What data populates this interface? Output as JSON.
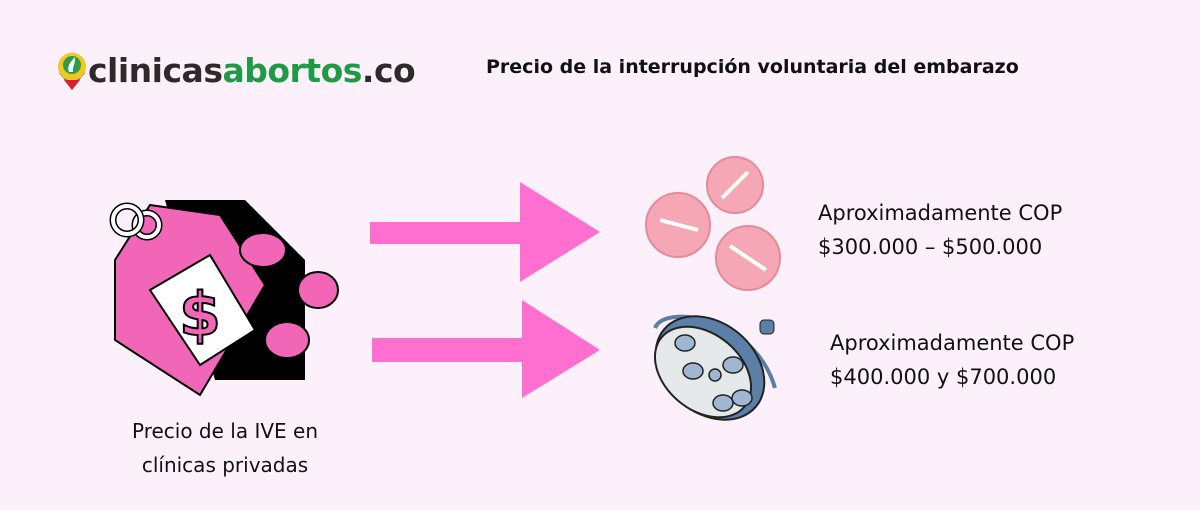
{
  "logo": {
    "part1": "clinicas",
    "part2": "abortos",
    "part3": ".co"
  },
  "title": "Precio de la interrupción voluntaria del embarazo",
  "caption": {
    "line1": "Precio de la IVE en",
    "line2": "clínicas privadas"
  },
  "options": [
    {
      "icon": "pills-icon",
      "line1": "Aproximadamente COP",
      "line2": "$300.000 – $500.000"
    },
    {
      "icon": "surgical-lamp-icon",
      "line1": "Aproximadamente COP",
      "line2": "$400.000 y $700.000"
    }
  ],
  "colors": {
    "background": "#fcf0fb",
    "arrow": "#ff6fcf",
    "tag": "#f266b8",
    "pill": "#f6a7b6",
    "lamp": "#5b7fa6"
  }
}
